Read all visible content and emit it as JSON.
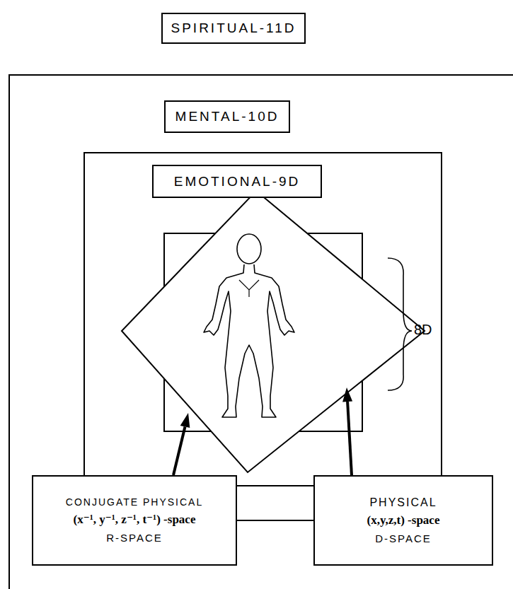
{
  "diagram": {
    "nodes": [
      {
        "text": [
          "SPIRITUAL-11D"
        ]
      },
      {
        "text": [
          "MENTAL-10D"
        ]
      },
      {
        "text": [
          "EMOTIONAL-9D"
        ],
        "in": 1
      },
      {
        "text": [
          "CONJUGATE PHYSICAL",
          "(x⁻¹, y⁻¹, z⁻¹, t⁻¹) -space",
          "R-SPACE"
        ],
        "in": 1
      },
      {
        "text": [
          "PHYSICAL",
          "(x,y,z,t) -space",
          "D-SPACE"
        ],
        "in": 1
      }
    ],
    "edges": [
      {
        "from": 3,
        "to": 4,
        "arrow": "none"
      }
    ],
    "labels": [
      "8D"
    ]
  }
}
